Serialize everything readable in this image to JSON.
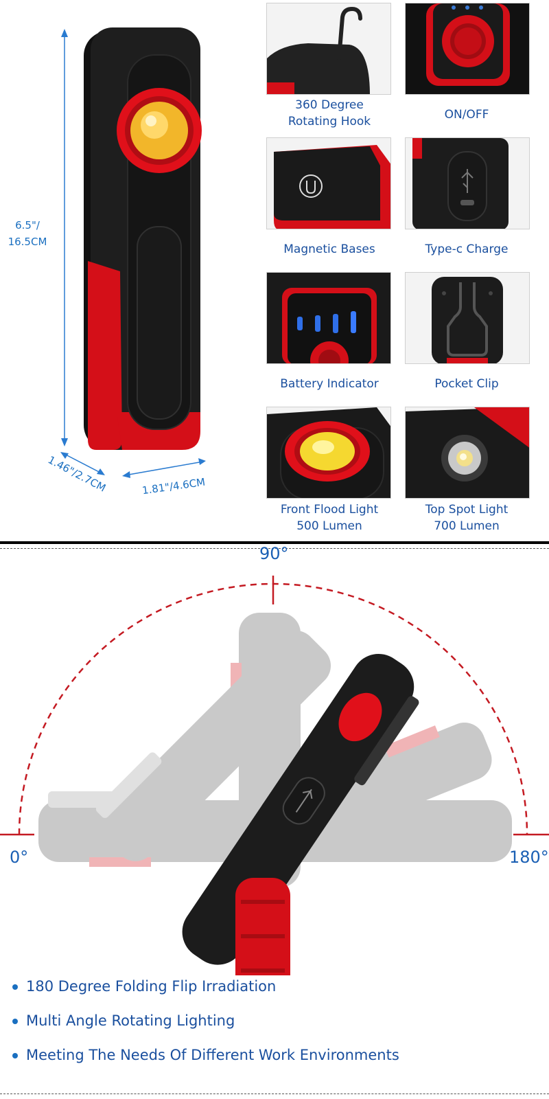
{
  "dimensions": {
    "height": "6.5\"/\n16.5CM",
    "depth": "1.46\"/2.7CM",
    "width": "1.81\"/4.6CM"
  },
  "features": [
    {
      "label": "360 Degree\nRotating Hook",
      "icon": "hook-icon"
    },
    {
      "label": "ON/OFF",
      "icon": "power-button-icon"
    },
    {
      "label": "Magnetic Bases",
      "icon": "magnet-icon"
    },
    {
      "label": "Type-c Charge",
      "icon": "usb-icon"
    },
    {
      "label": "Battery Indicator",
      "icon": "battery-indicator-icon"
    },
    {
      "label": "Pocket Clip",
      "icon": "clip-icon"
    },
    {
      "label": "Front Flood Light\n500 Lumen",
      "icon": "flood-light-icon"
    },
    {
      "label": "Top Spot Light\n700 Lumen",
      "icon": "spot-light-icon"
    }
  ],
  "angles": {
    "left": "0°",
    "top": "90°",
    "right": "180°"
  },
  "bullets": [
    "180 Degree Folding Flip Irradiation",
    "Multi Angle Rotating Lighting",
    "Meeting The Needs Of Different Work Environments"
  ],
  "colors": {
    "accent_red": "#e0101a",
    "body_black": "#1a1a1a",
    "label_blue": "#1a4f9e",
    "dimension_blue": "#1a6fc0"
  }
}
